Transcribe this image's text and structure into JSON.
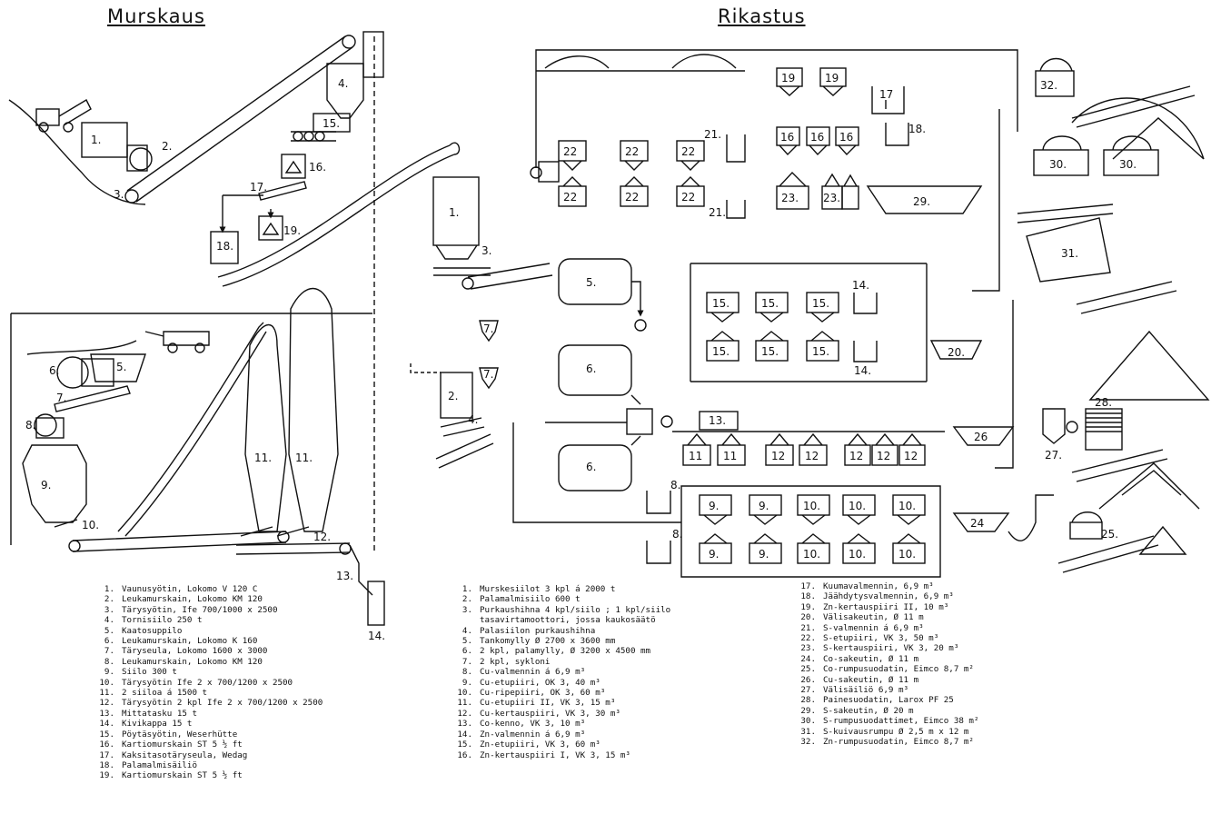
{
  "titles": {
    "left": "Murskaus",
    "right": "Rikastus"
  },
  "murskaus_legend": [
    {
      "n": "1.",
      "t": "Vaunusyötin, Lokomo V 120 C"
    },
    {
      "n": "2.",
      "t": "Leukamurskain, Lokomo KM 120"
    },
    {
      "n": "3.",
      "t": "Tärysyötin, Ife 700/1000 x 2500"
    },
    {
      "n": "4.",
      "t": "Tornisiilo 250 t"
    },
    {
      "n": "5.",
      "t": "Kaatosuppilo"
    },
    {
      "n": "6.",
      "t": "Leukamurskain, Lokomo K 160"
    },
    {
      "n": "7.",
      "t": "Täryseula, Lokomo 1600 x 3000"
    },
    {
      "n": "8.",
      "t": "Leukamurskain, Lokomo KM 120"
    },
    {
      "n": "9.",
      "t": "Siilo 300 t"
    },
    {
      "n": "10.",
      "t": "Tärysyötin Ife 2 x 700/1200 x 2500"
    },
    {
      "n": "11.",
      "t": "2 siiloa á 1500 t"
    },
    {
      "n": "12.",
      "t": "Tärysyötin 2 kpl Ife 2 x 700/1200 x 2500"
    },
    {
      "n": "13.",
      "t": "Mittatasku 15 t"
    },
    {
      "n": "14.",
      "t": "Kivikappa 15 t"
    },
    {
      "n": "15.",
      "t": "Pöytäsyötin, Weserhütte"
    },
    {
      "n": "16.",
      "t": "Kartiomurskain ST 5 ½ ft"
    },
    {
      "n": "17.",
      "t": "Kaksitasotäryseula, Wedag"
    },
    {
      "n": "18.",
      "t": "Palamalmisäiliö"
    },
    {
      "n": "19.",
      "t": "Kartiomurskain ST 5 ½ ft"
    }
  ],
  "rikastus_legend_a": [
    {
      "n": "1.",
      "t": "Murskesiilot 3 kpl  á 2000 t"
    },
    {
      "n": "2.",
      "t": "Palamalmisiilo 600 t"
    },
    {
      "n": "3.",
      "t": "Purkaushihna 4 kpl/siilo ; 1 kpl/siilo"
    },
    {
      "n": "",
      "t": "tasavirtamoottori, jossa kaukosäätö"
    },
    {
      "n": "4.",
      "t": "Palasiilon purkaushihna"
    },
    {
      "n": "5.",
      "t": "Tankomylly  Ø 2700 x 3600 mm"
    },
    {
      "n": "6.",
      "t": "2 kpl, palamylly, Ø 3200 x 4500 mm"
    },
    {
      "n": "7.",
      "t": "2 kpl, sykloni"
    },
    {
      "n": "8.",
      "t": "Cu-valmennin  á 6,9 m³"
    },
    {
      "n": "9.",
      "t": "Cu-etupiiri, OK 3, 40 m³"
    },
    {
      "n": "10.",
      "t": "Cu-ripepiiri, OK 3, 60 m³"
    },
    {
      "n": "11.",
      "t": "Cu-etupiiri II, VK 3, 15 m³"
    },
    {
      "n": "12.",
      "t": "Cu-kertauspiiri, VK 3, 30 m³"
    },
    {
      "n": "13.",
      "t": "Co-kenno, VK 3, 10 m³"
    },
    {
      "n": "14.",
      "t": "Zn-valmennin  á 6,9 m³"
    },
    {
      "n": "15.",
      "t": "Zn-etupiiri, VK 3, 60 m³"
    },
    {
      "n": "16.",
      "t": "Zn-kertauspiiri I, VK 3,  15 m³"
    }
  ],
  "rikastus_legend_b": [
    {
      "n": "17.",
      "t": "Kuumavalmennin, 6,9 m³"
    },
    {
      "n": "18.",
      "t": "Jäähdytysvalmennin, 6,9 m³"
    },
    {
      "n": "19.",
      "t": "Zn-kertauspiiri II, 10 m³"
    },
    {
      "n": "20.",
      "t": "Välisakeutin, Ø 11 m"
    },
    {
      "n": "21.",
      "t": "S-valmennin  á 6,9 m³"
    },
    {
      "n": "22.",
      "t": "S-etupiiri, VK 3, 50 m³"
    },
    {
      "n": "23.",
      "t": "S-kertauspiiri, VK 3, 20 m³"
    },
    {
      "n": "24.",
      "t": "Co-sakeutin, Ø 11 m"
    },
    {
      "n": "25.",
      "t": "Co-rumpusuodatin, Eimco 8,7 m²"
    },
    {
      "n": "26.",
      "t": "Cu-sakeutin, Ø 11 m"
    },
    {
      "n": "27.",
      "t": "Välisäiliö 6,9 m³"
    },
    {
      "n": "28.",
      "t": "Painesuodatin, Larox PF 25"
    },
    {
      "n": "29.",
      "t": "S-sakeutin, Ø 20 m"
    },
    {
      "n": "30.",
      "t": "S-rumpusuodattimet, Eimco 38 m²"
    },
    {
      "n": "31.",
      "t": "S-kuivausrumpu Ø 2,5 m x 12 m"
    },
    {
      "n": "32.",
      "t": "Zn-rumpusuodatin, Eimco 8,7 m²"
    }
  ],
  "equipment_labels": {
    "m1": "1.",
    "m2": "2.",
    "m3": "3.",
    "m4": "4.",
    "m5": "5.",
    "m6": "6.",
    "m7": "7.",
    "m8": "8.",
    "m9": "9.",
    "m10": "10.",
    "m11": "11.",
    "m12": "12.",
    "m13": "13.",
    "m14": "14.",
    "m15": "15.",
    "m16": "16.",
    "m17": "17.",
    "m18": "18.",
    "m19": "19.",
    "r1": "1.",
    "r2": "2.",
    "r3": "3.",
    "r4": "4.",
    "r5": "5.",
    "r6": "6.",
    "r7": "7.",
    "r8": "8.",
    "r9": "9.",
    "r10": "10.",
    "r11": "11",
    "r12": "12",
    "r13": "13.",
    "r14": "14.",
    "r15": "15.",
    "r16": "16",
    "r17": "17",
    "r18": "18.",
    "r19": "19",
    "r20": "20.",
    "r21": "21.",
    "r22": "22",
    "r23": "23.",
    "r24": "24",
    "r25": "25.",
    "r26": "26",
    "r27": "27.",
    "r28": "28.",
    "r29": "29.",
    "r30": "30.",
    "r31": "31.",
    "r32": "32."
  }
}
